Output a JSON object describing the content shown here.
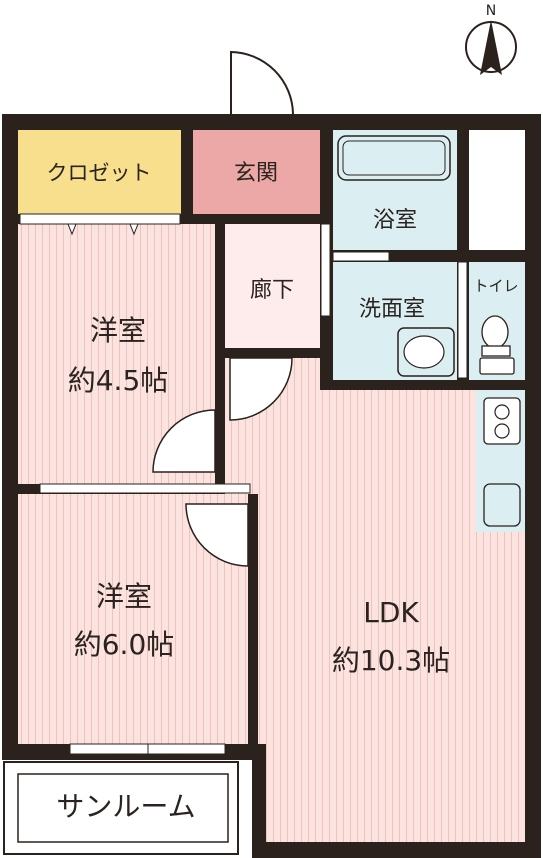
{
  "compass": {
    "label": "N"
  },
  "rooms": {
    "closet": "クロゼット",
    "entrance": "玄関",
    "bath": "浴室",
    "hallway": "廊下",
    "washroom": "洗面室",
    "toilet": "トイレ",
    "western1": {
      "name": "洋室",
      "size": "約4.5帖"
    },
    "western2": {
      "name": "洋室",
      "size": "約6.0帖"
    },
    "ldk": {
      "name": "LDK",
      "size": "約10.3帖"
    },
    "sunroom": "サンルーム"
  },
  "colors": {
    "wall": "#2b211d",
    "closet": "#f7df8e",
    "entrance": "#eba8a6",
    "wet_area": "#dbeef2",
    "hallway": "#fce8e6",
    "floor": "#fbe4e0",
    "floor_stripe": "#f3c6c0"
  }
}
